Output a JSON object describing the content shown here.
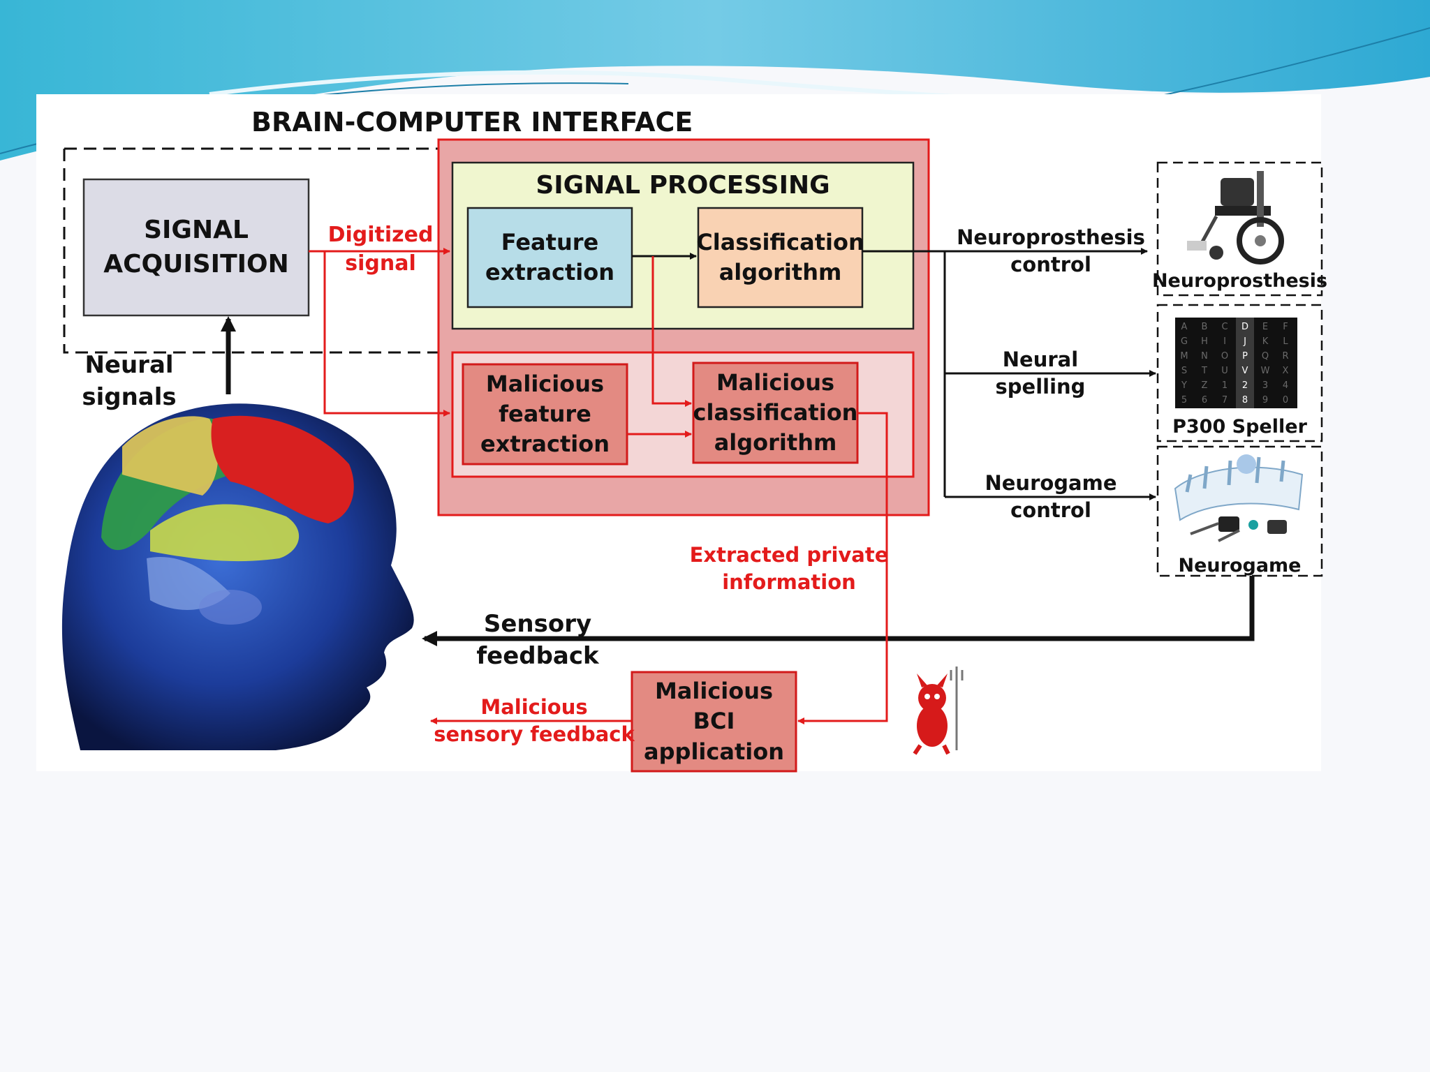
{
  "diagram": {
    "title": "BRAIN-COMPUTER INTERFACE",
    "signal_acquisition": "SIGNAL\nACQUISITION",
    "signal_processing": "SIGNAL PROCESSING",
    "feature_extraction": "Feature\nextraction",
    "classification_algorithm": "Classification\nalgorithm",
    "malicious_feature_extraction": "Malicious\nfeature\nextraction",
    "malicious_classification_algorithm": "Malicious\nclassification\nalgorithm",
    "digitized_signal": "Digitized\nsignal",
    "neural_signals": "Neural signals",
    "neuroprosthesis_control": "Neuroprosthesis\ncontrol",
    "neural_spelling": "Neural\nspelling",
    "neurogame_control": "Neurogame\ncontrol",
    "neuroprosthesis": "Neuroprosthesis",
    "p300_speller": "P300 Speller",
    "neurogame": "Neurogame",
    "extracted_private_information": "Extracted private\ninformation",
    "sensory_feedback": "Sensory\nfeedback",
    "malicious_sensory_feedback": "Malicious\nsensory feedback",
    "malicious_bci_application": "Malicious BCI\napplication",
    "speller_grid": [
      "A",
      "B",
      "C",
      "D",
      "E",
      "F",
      "G",
      "H",
      "I",
      "J",
      "K",
      "L",
      "M",
      "N",
      "O",
      "P",
      "Q",
      "R",
      "S",
      "T",
      "U",
      "V",
      "W",
      "X",
      "Y",
      "Z",
      "1",
      "2",
      "3",
      "4",
      "5",
      "6",
      "7",
      "8",
      "9",
      "0"
    ]
  },
  "colors": {
    "acquisition_fill": "#dcdce6",
    "processing_fill": "#f0f6cf",
    "feature_fill": "#b7dde8",
    "classification_fill": "#f9d2b3",
    "malicious_outer_fill": "#e8a6a6",
    "malicious_box_fill": "#e38a82",
    "malicious_red": "#e31b1b"
  }
}
